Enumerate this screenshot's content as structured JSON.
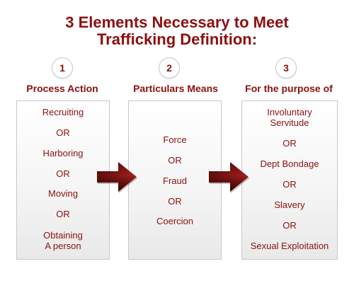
{
  "title": {
    "line1": "3 Elements Necessary to Meet",
    "line2": "Trafficking Definition:"
  },
  "columns": [
    {
      "number": "1",
      "heading": "Process Action",
      "items": [
        "Recruiting",
        "OR",
        "Harboring",
        "OR",
        "Moving",
        "OR",
        "Obtaining",
        "A person"
      ]
    },
    {
      "number": "2",
      "heading": "Particulars Means",
      "items": [
        "Force",
        "OR",
        "Fraud",
        "OR",
        "Coercion"
      ]
    },
    {
      "number": "3",
      "heading": "For the purpose of",
      "items": [
        "Involuntary",
        "Servitude",
        "OR",
        "Dept Bondage",
        "OR",
        "Slavery",
        "OR",
        "Sexual Exploitation"
      ]
    }
  ],
  "colors": {
    "accent": "#8b1010",
    "arrow_dark": "#3a0000",
    "arrow_light": "#9e1b1b",
    "box_border": "#c8c8c8"
  }
}
